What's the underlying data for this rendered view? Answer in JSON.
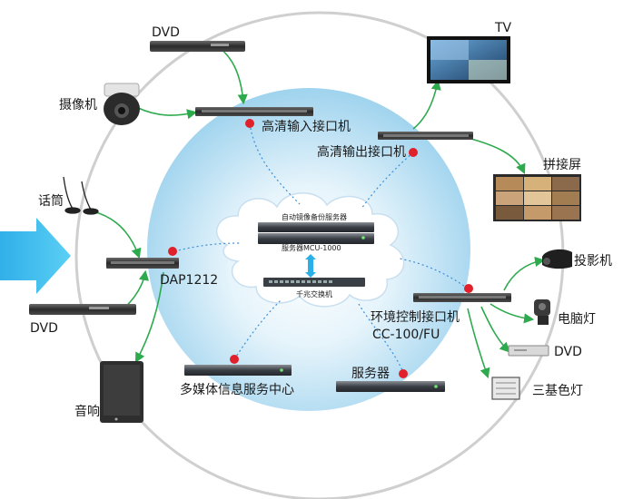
{
  "labels": {
    "dvd_top": "DVD",
    "camera": "摄像机",
    "hd_input": "高清输入接口机",
    "tv": "TV",
    "hd_output": "高清输出接口机",
    "splice_screen": "拼接屏",
    "microphone": "话筒",
    "auto_backup_server": "自动镜像备份服务器",
    "mcu_server": "服务器MCU-1000",
    "gigabit_switch": "千兆交换机",
    "dap": "DAP1212",
    "projector": "投影机",
    "env_control": "环境控制接口机",
    "env_control_model": "CC-100/FU",
    "computer_light": "电脑灯",
    "dvd_bottom_left": "DVD",
    "dvd_right": "DVD",
    "multimedia_center": "多媒体信息服务中心",
    "server": "服务器",
    "tricolor_light": "三基色灯",
    "speaker": "音响"
  },
  "colors": {
    "green_link": "#2eaa4e",
    "dotted_link": "#3a8fd8",
    "red_dot": "#e0202a",
    "ring": "#c8c8c8",
    "arrow_blue": "#29b6ea"
  }
}
